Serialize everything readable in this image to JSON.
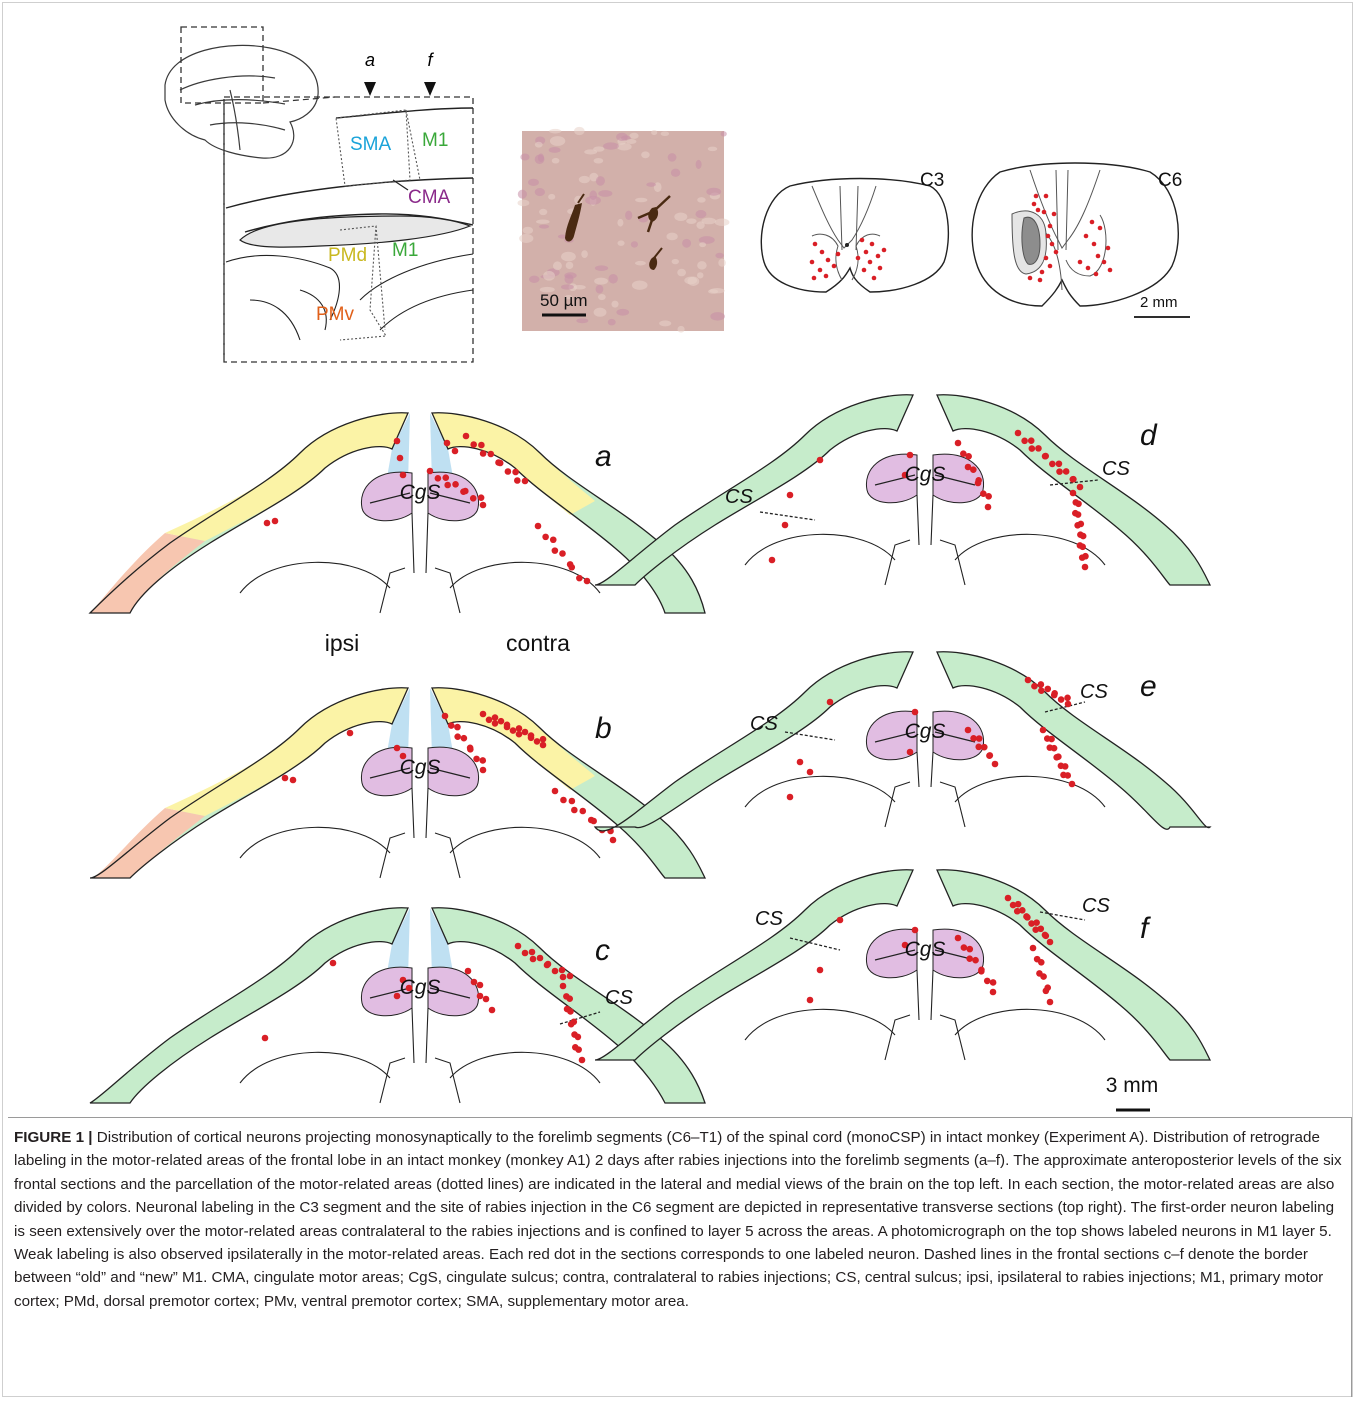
{
  "figure": {
    "overview": {
      "level_markers": [
        "a",
        "f"
      ],
      "area_labels": {
        "SMA": "SMA",
        "M1_top": "M1",
        "CMA": "CMA",
        "PMd": "PMd",
        "M1_bottom": "M1",
        "PMv": "PMv"
      },
      "colors": {
        "SMA": "#1aa3d9",
        "M1": "#3aa83a",
        "CMA": "#8a2a8a",
        "PMd": "#c9b820",
        "PMv": "#e0601a"
      }
    },
    "photomicrograph": {
      "scale_label": "50 µm"
    },
    "spinal": {
      "segment_left": "C3",
      "segment_right": "C6",
      "scale_label": "2 mm"
    },
    "sections": {
      "letters": [
        "a",
        "b",
        "c",
        "d",
        "e",
        "f"
      ],
      "sulcus_label": "CgS",
      "central_sulcus_label": "CS",
      "side_left": "ipsi",
      "side_right": "contra",
      "scale_label": "3 mm"
    },
    "region_colors": {
      "PMv": "#f7c6b0",
      "PMd": "#fbf3a6",
      "SMA": "#bfe0f2",
      "CMA": "#e1bde2",
      "M1": "#c6eccb",
      "dot": "#d91f26"
    }
  },
  "caption": {
    "label": "FIGURE 1 |",
    "text": "Distribution of cortical neurons projecting monosynaptically to the forelimb segments (C6–T1) of the spinal cord (monoCSP) in intact monkey (Experiment A). Distribution of retrograde labeling in the motor-related areas of the frontal lobe in an intact monkey (monkey A1) 2 days after rabies injections into the forelimb segments (a–f). The approximate anteroposterior levels of the six frontal sections and the parcellation of the motor-related areas (dotted lines) are indicated in the lateral and medial views of the brain on the top left. In each section, the motor-related areas are also divided by colors. Neuronal labeling in the C3 segment and the site of rabies injection in the C6 segment are depicted in representative transverse sections (top right). The first-order neuron labeling is seen extensively over the motor-related areas contralateral to the rabies injections and is confined to layer 5 across the areas. A photomicrograph on the top shows labeled neurons in M1 layer 5. Weak labeling is also observed ipsilaterally in the motor-related areas. Each red dot in the sections corresponds to one labeled neuron. Dashed lines in the frontal sections c–f denote the border between “old” and “new” M1. CMA, cingulate motor areas; CgS, cingulate sulcus; contra, contralateral to rabies injections; CS, central sulcus; ipsi, ipsilateral to rabies injections; M1, primary motor cortex; PMd, dorsal premotor cortex; PMv, ventral premotor cortex; SMA, supplementary motor area."
  }
}
